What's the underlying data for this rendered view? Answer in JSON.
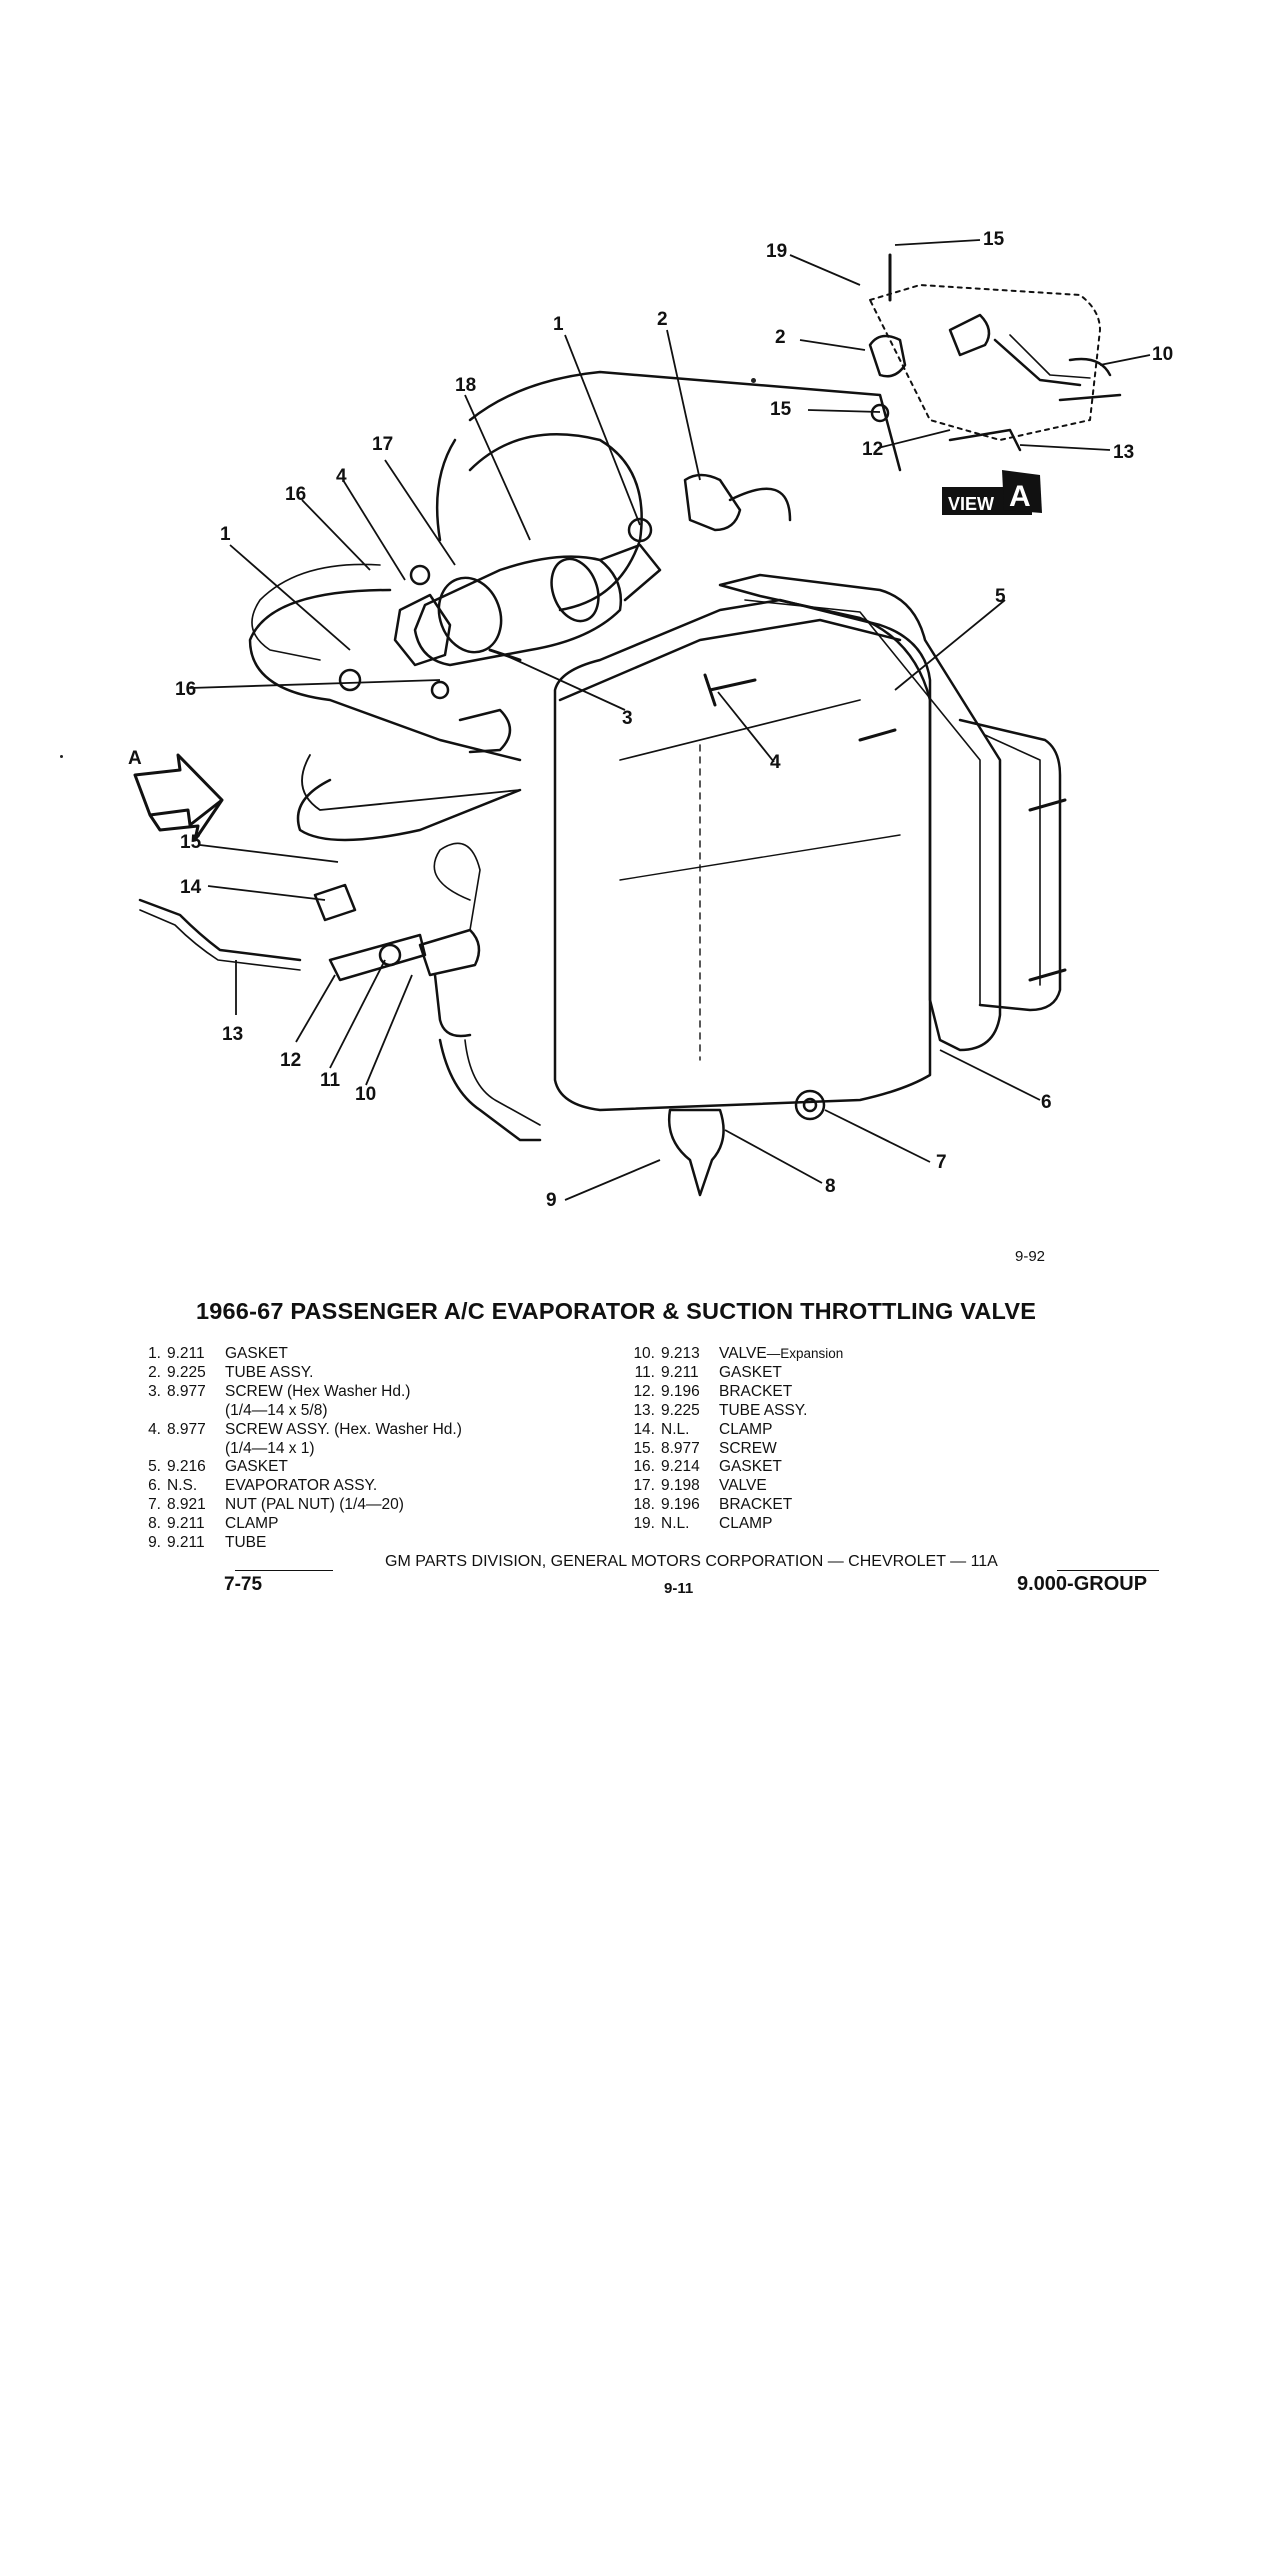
{
  "figure": {
    "code": "9-92",
    "view_label": "VIEW",
    "view_letter": "A",
    "arrow_letter": "A",
    "callouts": [
      "1",
      "2",
      "18",
      "17",
      "4",
      "16",
      "1",
      "16",
      "3",
      "4",
      "5",
      "15",
      "14",
      "13",
      "12",
      "11",
      "10",
      "9",
      "8",
      "7",
      "6",
      "19",
      "15",
      "2",
      "15",
      "12",
      "13",
      "10"
    ]
  },
  "title": "1966-67 PASSENGER A/C EVAPORATOR & SUCTION THROTTLING VALVE",
  "parts_left": [
    {
      "num": "1.",
      "code": "9.211",
      "desc": "GASKET"
    },
    {
      "num": "2.",
      "code": "9.225",
      "desc": "TUBE ASSY."
    },
    {
      "num": "3.",
      "code": "8.977",
      "desc": "SCREW (Hex Washer Hd.)"
    },
    {
      "num": "",
      "code": "",
      "desc": "(1/4—14 x 5/8)"
    },
    {
      "num": "4.",
      "code": "8.977",
      "desc": "SCREW ASSY. (Hex. Washer Hd.)"
    },
    {
      "num": "",
      "code": "",
      "desc": "(1/4—14 x 1)"
    },
    {
      "num": "5.",
      "code": "9.216",
      "desc": "GASKET"
    },
    {
      "num": "6.",
      "code": "N.S.",
      "desc": "EVAPORATOR ASSY."
    },
    {
      "num": "7.",
      "code": "8.921",
      "desc": "NUT (PAL NUT) (1/4—20)"
    },
    {
      "num": "8.",
      "code": "9.211",
      "desc": "CLAMP"
    },
    {
      "num": "9.",
      "code": "9.211",
      "desc": "TUBE"
    }
  ],
  "parts_right": [
    {
      "num": "10.",
      "code": "9.213",
      "desc": "VALVE",
      "sub": "—Expansion"
    },
    {
      "num": "11.",
      "code": "9.211",
      "desc": "GASKET",
      "sub": ""
    },
    {
      "num": "12.",
      "code": "9.196",
      "desc": "BRACKET",
      "sub": ""
    },
    {
      "num": "13.",
      "code": "9.225",
      "desc": "TUBE ASSY.",
      "sub": ""
    },
    {
      "num": "14.",
      "code": "N.L.",
      "desc": "CLAMP",
      "sub": ""
    },
    {
      "num": "15.",
      "code": "8.977",
      "desc": "SCREW",
      "sub": ""
    },
    {
      "num": "16.",
      "code": "9.214",
      "desc": "GASKET",
      "sub": ""
    },
    {
      "num": "17.",
      "code": "9.198",
      "desc": "VALVE",
      "sub": ""
    },
    {
      "num": "18.",
      "code": "9.196",
      "desc": "BRACKET",
      "sub": ""
    },
    {
      "num": "19.",
      "code": "N.L.",
      "desc": "CLAMP",
      "sub": ""
    }
  ],
  "footer": {
    "text": "GM PARTS DIVISION, GENERAL MOTORS CORPORATION — CHEVROLET — 11A",
    "page_left": "7-75",
    "page_mid": "9-11",
    "group": "9.000-GROUP"
  }
}
